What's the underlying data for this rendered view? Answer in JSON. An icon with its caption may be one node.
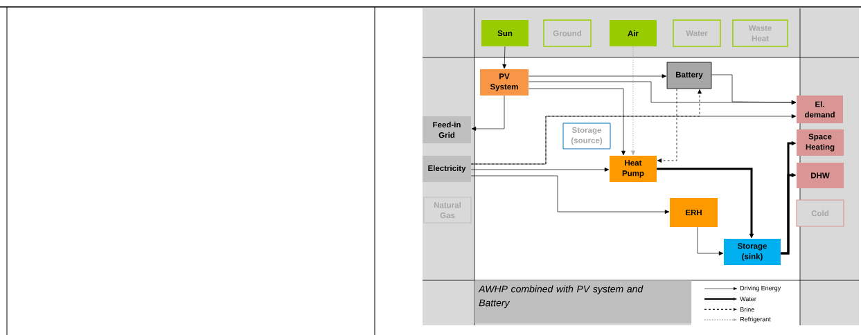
{
  "diagram": {
    "nodes": [
      {
        "text": [
          "Sun"
        ]
      },
      {
        "text": [
          "Ground"
        ]
      },
      {
        "text": [
          "Air"
        ]
      },
      {
        "text": [
          "Water"
        ]
      },
      {
        "text": [
          "Waste Heat"
        ]
      },
      {
        "text": [
          "PV System"
        ]
      },
      {
        "text": [
          "Battery"
        ]
      },
      {
        "text": [
          "Feed-in Grid"
        ]
      },
      {
        "text": [
          "Electricity"
        ]
      },
      {
        "text": [
          "Natural Gas"
        ]
      },
      {
        "text": [
          "Storage (source)"
        ]
      },
      {
        "text": [
          "Heat Pump"
        ]
      },
      {
        "text": [
          "ERH"
        ]
      },
      {
        "text": [
          "Storage (sink)"
        ]
      },
      {
        "text": [
          "El. demand"
        ]
      },
      {
        "text": [
          "Space Heating"
        ]
      },
      {
        "text": [
          "DHW"
        ]
      },
      {
        "text": [
          "Cold"
        ]
      },
      {
        "text": [
          "AWHP combined with PV system and Battery"
        ]
      }
    ],
    "edges": [
      {
        "from": 0,
        "to": 5,
        "arrow": "to"
      },
      {
        "from": 2,
        "to": 11,
        "arrow": "to",
        "style": "dashed",
        "color": "#b0b0b0"
      },
      {
        "from": 5,
        "to": 6,
        "arrow": "to"
      },
      {
        "from": 5,
        "to": 14,
        "arrow": "to"
      },
      {
        "from": 5,
        "to": 11,
        "arrow": "to"
      },
      {
        "from": 5,
        "to": 7,
        "arrow": "to"
      },
      {
        "from": 6,
        "to": 14,
        "arrow": "to"
      },
      {
        "from": 8,
        "to": 14,
        "arrow": "to"
      },
      {
        "from": 8,
        "to": 6,
        "arrow": "to",
        "style": "dashed"
      },
      {
        "from": 6,
        "to": 11,
        "arrow": "to",
        "style": "dashed"
      },
      {
        "from": 8,
        "to": 11,
        "arrow": "to"
      },
      {
        "from": 8,
        "to": 12,
        "arrow": "to"
      },
      {
        "from": 11,
        "to": 13,
        "arrow": "to",
        "style": "thick"
      },
      {
        "from": 12,
        "to": 13,
        "arrow": "to"
      },
      {
        "from": 13,
        "to": 15,
        "arrow": "to",
        "style": "thick"
      },
      {
        "from": 13,
        "to": 16,
        "arrow": "to",
        "style": "thick"
      }
    ],
    "legend": [
      {
        "text": "Driving Energy"
      },
      {
        "text": "Water"
      },
      {
        "text": "Brine"
      },
      {
        "text": "Refrigerant"
      }
    ]
  }
}
